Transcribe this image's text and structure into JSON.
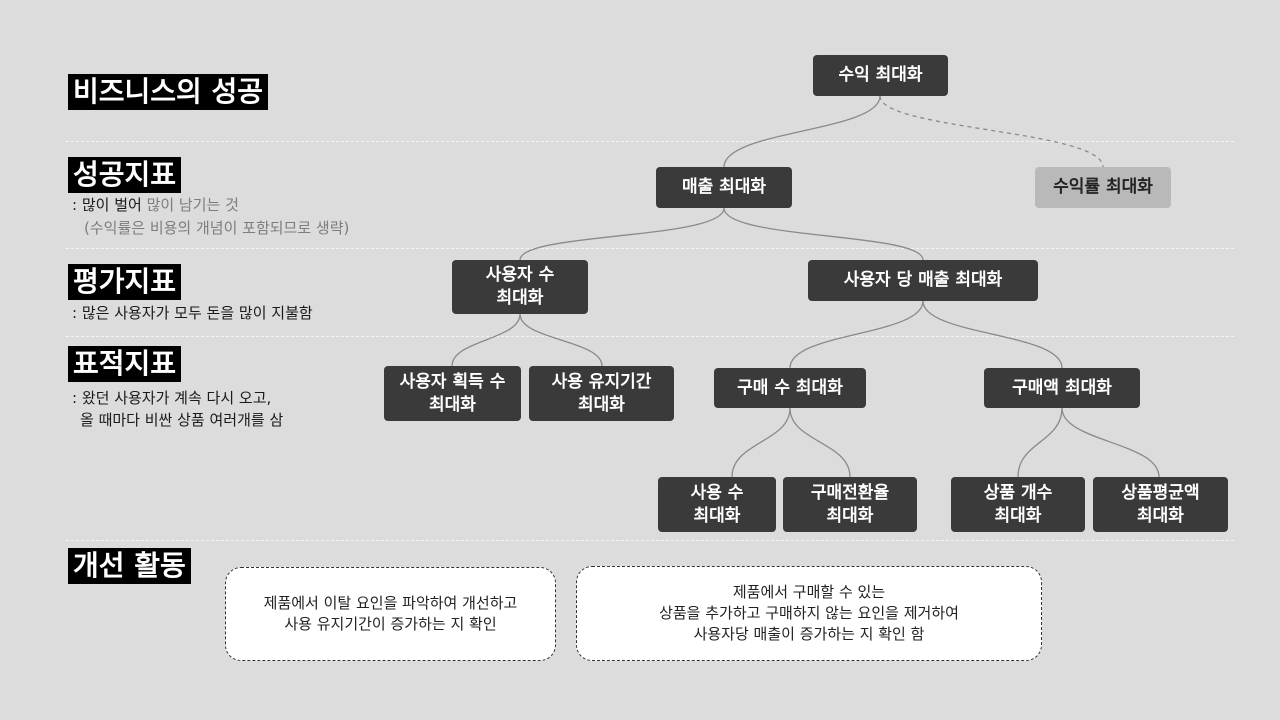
{
  "sections": {
    "success": {
      "title": "비즈니스의 성공"
    },
    "kpi": {
      "title": "성공지표",
      "desc_line1_a": ": 많이 벌어 ",
      "desc_line1_b": "많이 남기는 것",
      "desc_line2": "(수익률은 비용의 개념이 포함되므로 생략)"
    },
    "evaluation": {
      "title": "평가지표",
      "desc_line1": ": 많은 사용자가 모두 돈을 많이 지불함"
    },
    "target": {
      "title": "표적지표",
      "desc_line1": ": 왔던 사용자가 계속 다시 오고,",
      "desc_line2": "올 때마다 비싼 상품 여러개를 삼"
    },
    "improvement": {
      "title": "개선 활동"
    }
  },
  "nodes": {
    "profit_max": {
      "lines": [
        "수익 최대화"
      ]
    },
    "revenue_max": {
      "lines": [
        "매출 최대화"
      ]
    },
    "margin_max": {
      "lines": [
        "수익률 최대화"
      ]
    },
    "users_max": {
      "lines": [
        "사용자 수",
        "최대화"
      ]
    },
    "arpu_max": {
      "lines": [
        "사용자 당 매출 최대화"
      ]
    },
    "acquisition_max": {
      "lines": [
        "사용자 획득 수",
        "최대화"
      ]
    },
    "retention_max": {
      "lines": [
        "사용 유지기간",
        "최대화"
      ]
    },
    "purchase_count_max": {
      "lines": [
        "구매 수 최대화"
      ]
    },
    "purchase_amount_max": {
      "lines": [
        "구매액 최대화"
      ]
    },
    "usage_count_max": {
      "lines": [
        "사용 수",
        "최대화"
      ]
    },
    "conversion_max": {
      "lines": [
        "구매전환율",
        "최대화"
      ]
    },
    "product_count_max": {
      "lines": [
        "상품 개수",
        "최대화"
      ]
    },
    "avg_price_max": {
      "lines": [
        "상품평균액",
        "최대화"
      ]
    }
  },
  "activities": {
    "left": {
      "lines": [
        "제품에서 이탈 요인을 파악하여 개선하고",
        "사용 유지기간이 증가하는 지 확인"
      ]
    },
    "right": {
      "lines": [
        "제품에서 구매할 수 있는",
        "상품을 추가하고 구매하지 않는 요인을 제거하여",
        "사용자당 매출이 증가하는 지 확인 함"
      ]
    }
  },
  "colors": {
    "background": "#dcdcdc",
    "node_dark": "#3a3a3a",
    "node_light": "#b9b9b9",
    "title_bg": "#000000",
    "connector": "#8a8a8a"
  }
}
